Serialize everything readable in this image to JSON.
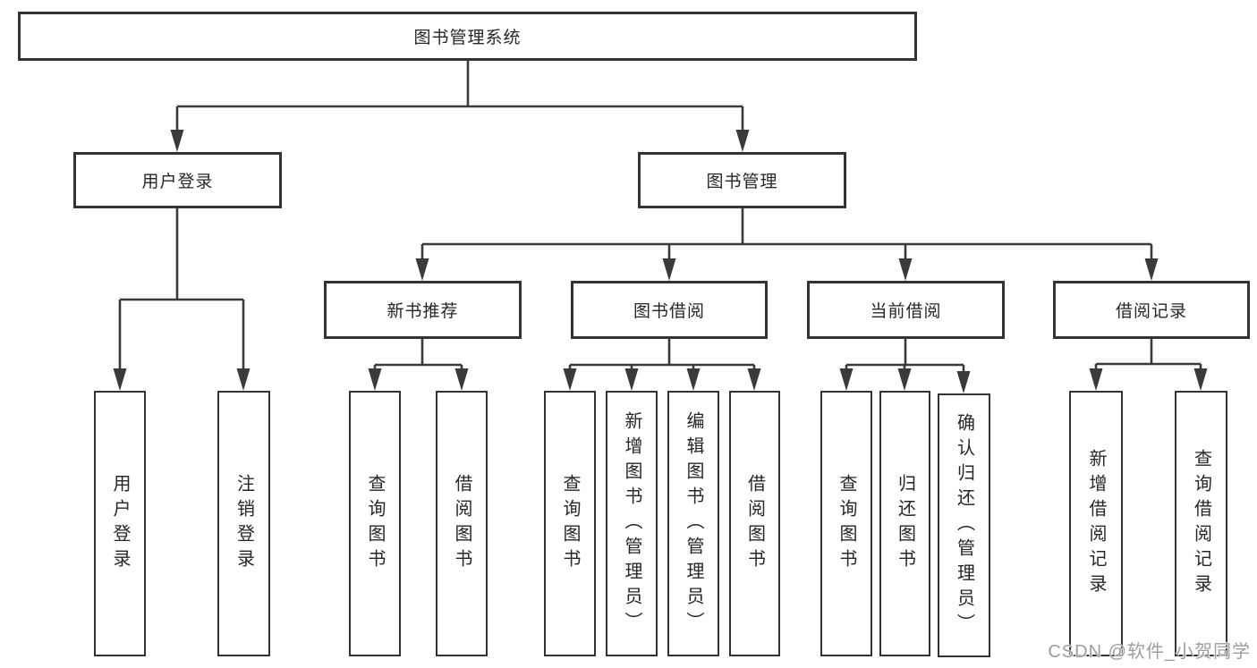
{
  "diagram_title": "图书管理系统",
  "tree": {
    "root": {
      "label": "图书管理系统"
    },
    "branches": [
      {
        "label": "用户登录",
        "children": [
          {
            "label": "用户登录"
          },
          {
            "label": "注销登录"
          }
        ]
      },
      {
        "label": "图书管理",
        "children": [
          {
            "label": "新书推荐",
            "children": [
              {
                "label": "查询图书"
              },
              {
                "label": "借阅图书"
              }
            ]
          },
          {
            "label": "图书借阅",
            "children": [
              {
                "label": "查询图书"
              },
              {
                "label": "新增图书（管理员）"
              },
              {
                "label": "编辑图书（管理员）"
              },
              {
                "label": "借阅图书"
              }
            ]
          },
          {
            "label": "当前借阅",
            "children": [
              {
                "label": "查询图书"
              },
              {
                "label": "归还图书"
              },
              {
                "label": "确认归还（管理员）"
              }
            ]
          },
          {
            "label": "借阅记录",
            "children": [
              {
                "label": "新增借阅记录"
              },
              {
                "label": "查询借阅记录"
              }
            ]
          }
        ]
      }
    ]
  },
  "colors": {
    "background": "#ffffff",
    "line": "#3a3a3a",
    "box_border": "#333333",
    "text": "#262626",
    "watermark_text": "#9e9e9e"
  },
  "watermark": "CSDN @软件_小贺同学"
}
